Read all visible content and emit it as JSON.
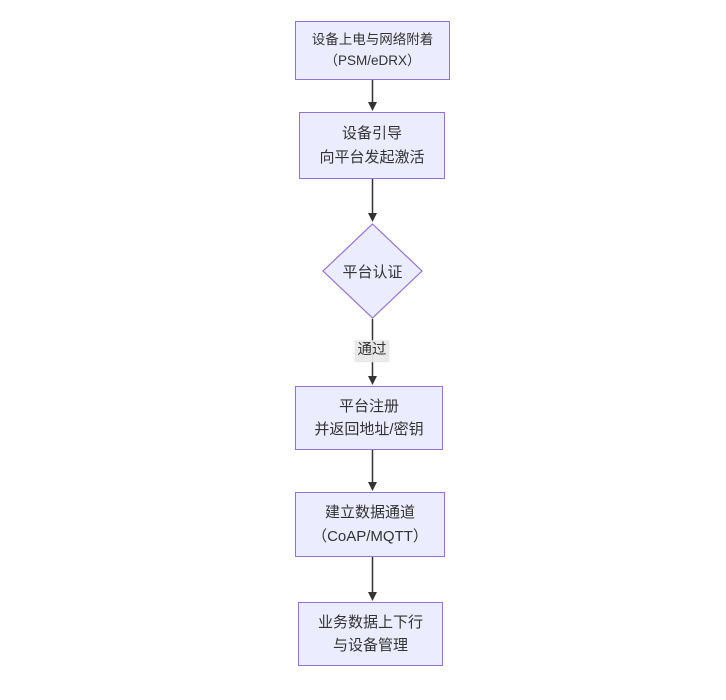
{
  "diagram": {
    "type": "flowchart",
    "direction": "top-down",
    "nodes": [
      {
        "id": "A",
        "shape": "rectangle",
        "line1": "设备上电与网络附着",
        "line2": "（PSM/eDRX）"
      },
      {
        "id": "B",
        "shape": "rectangle",
        "line1": "设备引导",
        "line2": "向平台发起激活"
      },
      {
        "id": "C",
        "shape": "diamond",
        "line1": "平台认证",
        "line2": ""
      },
      {
        "id": "D",
        "shape": "rectangle",
        "line1": "平台注册",
        "line2": "并返回地址/密钥"
      },
      {
        "id": "E",
        "shape": "rectangle",
        "line1": "建立数据通道",
        "line2": "（CoAP/MQTT）"
      },
      {
        "id": "F",
        "shape": "rectangle",
        "line1": "业务数据上下行",
        "line2": "与设备管理"
      }
    ],
    "edges": [
      {
        "from": "A",
        "to": "B",
        "label": ""
      },
      {
        "from": "B",
        "to": "C",
        "label": ""
      },
      {
        "from": "C",
        "to": "D",
        "label": "通过"
      },
      {
        "from": "D",
        "to": "E",
        "label": ""
      },
      {
        "from": "E",
        "to": "F",
        "label": ""
      }
    ],
    "colors": {
      "node_fill": "#ECECFF",
      "node_border": "#9370DB",
      "edge": "#333333",
      "text": "#333333",
      "edge_label_bg": "#E8E8E8",
      "background": "#FFFFFF"
    }
  }
}
